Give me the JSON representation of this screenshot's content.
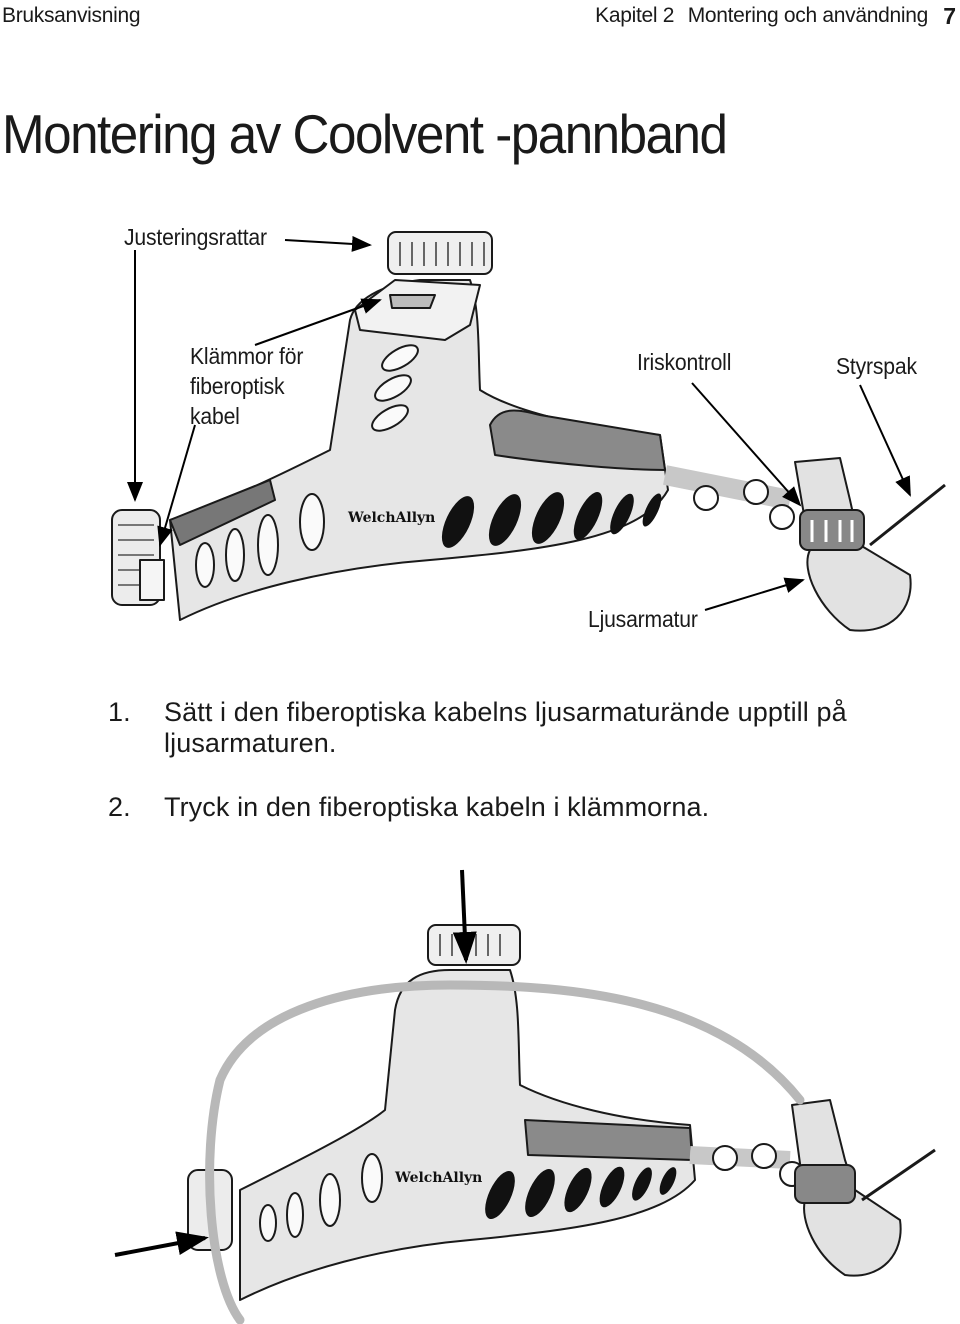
{
  "header": {
    "left": "Bruksanvisning",
    "chapter": "Kapitel 2",
    "section": "Montering och användning",
    "page_number": "7"
  },
  "title": "Montering av Coolvent -pannband",
  "figure1": {
    "labels": {
      "adjust_knobs": "Justeringsrattar",
      "clamps": "Klämmor för fiberoptisk kabel",
      "iris": "Iriskontroll",
      "lever": "Styrspak",
      "light_fixture": "Ljusarmatur"
    },
    "brand": "WelchAllyn"
  },
  "steps": [
    {
      "num": "1.",
      "text": "Sätt i den fiberoptiska kabelns ljusarmaturände upptill på ljusarmaturen."
    },
    {
      "num": "2.",
      "text": "Tryck in den fiberoptiska kabeln i klämmorna."
    }
  ],
  "figure2": {
    "brand": "WelchAllyn"
  }
}
